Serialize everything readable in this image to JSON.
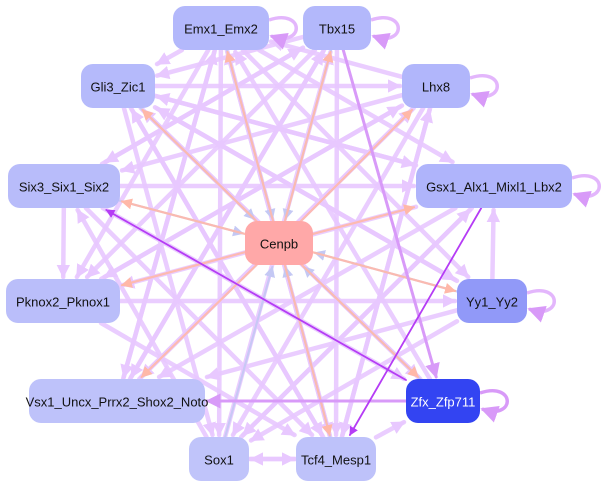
{
  "graph": {
    "colors": {
      "edge_default": "#e8c8ff",
      "edge_strong": "#b53cf5",
      "edge_medium": "#d89af8",
      "edge_salmon": "#ffb8a8",
      "edge_blue": "#c4c8f4",
      "self_loop": "#e3b6fc"
    },
    "nodes": [
      {
        "id": "Emx1_Emx2",
        "label": "Emx1_Emx2",
        "fill": "#b3b8fb",
        "text": "#111111"
      },
      {
        "id": "Tbx15",
        "label": "Tbx15",
        "fill": "#b3b8fb",
        "text": "#111111"
      },
      {
        "id": "Gli3_Zic1",
        "label": "Gli3_Zic1",
        "fill": "#b5bafb",
        "text": "#111111"
      },
      {
        "id": "Lhx8",
        "label": "Lhx8",
        "fill": "#b1b6fb",
        "text": "#111111"
      },
      {
        "id": "Six3_Six1_Six2",
        "label": "Six3_Six1_Six2",
        "fill": "#b8bcfa",
        "text": "#111111"
      },
      {
        "id": "Gsx1_Alx1_Mixl1_Lbx2",
        "label": "Gsx1_Alx1_Mixl1_Lbx2",
        "fill": "#afb4fb",
        "text": "#111111"
      },
      {
        "id": "Cenpb",
        "label": "Cenpb",
        "fill": "#ffa8a8",
        "text": "#111111"
      },
      {
        "id": "Pknox2_Pknox1",
        "label": "Pknox2_Pknox1",
        "fill": "#babefa",
        "text": "#111111"
      },
      {
        "id": "Yy1_Yy2",
        "label": "Yy1_Yy2",
        "fill": "#9199f8",
        "text": "#111111"
      },
      {
        "id": "Vsx1_Uncx_Prrx2_Shox2_Noto",
        "label": "Vsx1_Uncx_Prrx2_Shox2_Noto",
        "fill": "#bec2fa",
        "text": "#111111"
      },
      {
        "id": "Zfx_Zfp711",
        "label": "Zfx_Zfp711",
        "fill": "#3344f2",
        "text": "#ffffff"
      },
      {
        "id": "Sox1",
        "label": "Sox1",
        "fill": "#c0c4fa",
        "text": "#111111"
      },
      {
        "id": "Tcf4_Mesp1",
        "label": "Tcf4_Mesp1",
        "fill": "#bec2fa",
        "text": "#111111"
      }
    ],
    "self_loops": [
      "Emx1_Emx2",
      "Tbx15",
      "Lhx8",
      "Gsx1_Alx1_Mixl1_Lbx2",
      "Yy1_Yy2",
      "Zfx_Zfp711"
    ],
    "edges": [
      {
        "from": "Emx1_Emx2",
        "to": "Pknox2_Pknox1",
        "style": "default"
      },
      {
        "from": "Emx1_Emx2",
        "to": "Gsx1_Alx1_Mixl1_Lbx2",
        "style": "default"
      },
      {
        "from": "Emx1_Emx2",
        "to": "Tcf4_Mesp1",
        "style": "default"
      },
      {
        "from": "Emx1_Emx2",
        "to": "Sox1",
        "style": "default"
      },
      {
        "from": "Emx1_Emx2",
        "to": "Vsx1_Uncx_Prrx2_Shox2_Noto",
        "style": "default"
      },
      {
        "from": "Emx1_Emx2",
        "to": "Gli3_Zic1",
        "style": "default"
      },
      {
        "from": "Emx1_Emx2",
        "to": "Yy1_Yy2",
        "style": "default"
      },
      {
        "from": "Tbx15",
        "to": "Six3_Six1_Six2",
        "style": "default"
      },
      {
        "from": "Tbx15",
        "to": "Zfx_Zfp711",
        "style": "medium"
      },
      {
        "from": "Tbx15",
        "to": "Vsx1_Uncx_Prrx2_Shox2_Noto",
        "style": "default"
      },
      {
        "from": "Tbx15",
        "to": "Tcf4_Mesp1",
        "style": "default"
      },
      {
        "from": "Tbx15",
        "to": "Pknox2_Pknox1",
        "style": "default"
      },
      {
        "from": "Tbx15",
        "to": "Gli3_Zic1",
        "style": "default"
      },
      {
        "from": "Gli3_Zic1",
        "to": "Lhx8",
        "style": "default"
      },
      {
        "from": "Gli3_Zic1",
        "to": "Gsx1_Alx1_Mixl1_Lbx2",
        "style": "default"
      },
      {
        "from": "Gli3_Zic1",
        "to": "Tcf4_Mesp1",
        "style": "default"
      },
      {
        "from": "Gli3_Zic1",
        "to": "Zfx_Zfp711",
        "style": "default"
      },
      {
        "from": "Gli3_Zic1",
        "to": "Sox1",
        "style": "default"
      },
      {
        "from": "Gli3_Zic1",
        "to": "Yy1_Yy2",
        "style": "default"
      },
      {
        "from": "Lhx8",
        "to": "Six3_Six1_Six2",
        "style": "default"
      },
      {
        "from": "Lhx8",
        "to": "Vsx1_Uncx_Prrx2_Shox2_Noto",
        "style": "default"
      },
      {
        "from": "Lhx8",
        "to": "Sox1",
        "style": "default"
      },
      {
        "from": "Lhx8",
        "to": "Pknox2_Pknox1",
        "style": "default"
      },
      {
        "from": "Lhx8",
        "to": "Emx1_Emx2",
        "style": "default"
      },
      {
        "from": "Lhx8",
        "to": "Tcf4_Mesp1",
        "style": "default"
      },
      {
        "from": "Six3_Six1_Six2",
        "to": "Pknox2_Pknox1",
        "style": "default"
      },
      {
        "from": "Six3_Six1_Six2",
        "to": "Gsx1_Alx1_Mixl1_Lbx2",
        "style": "default"
      },
      {
        "from": "Six3_Six1_Six2",
        "to": "Tbx15",
        "style": "default"
      },
      {
        "from": "Six3_Six1_Six2",
        "to": "Tcf4_Mesp1",
        "style": "default"
      },
      {
        "from": "Six3_Six1_Six2",
        "to": "Zfx_Zfp711",
        "style": "default"
      },
      {
        "from": "Gsx1_Alx1_Mixl1_Lbx2",
        "to": "Pknox2_Pknox1",
        "style": "default"
      },
      {
        "from": "Gsx1_Alx1_Mixl1_Lbx2",
        "to": "Vsx1_Uncx_Prrx2_Shox2_Noto",
        "style": "default"
      },
      {
        "from": "Gsx1_Alx1_Mixl1_Lbx2",
        "to": "Sox1",
        "style": "default"
      },
      {
        "from": "Gsx1_Alx1_Mixl1_Lbx2",
        "to": "Gli3_Zic1",
        "style": "default"
      },
      {
        "from": "Gsx1_Alx1_Mixl1_Lbx2",
        "to": "Tcf4_Mesp1",
        "style": "strong"
      },
      {
        "from": "Yy1_Yy2",
        "to": "Gsx1_Alx1_Mixl1_Lbx2",
        "style": "default"
      },
      {
        "from": "Yy1_Yy2",
        "to": "Vsx1_Uncx_Prrx2_Shox2_Noto",
        "style": "default"
      },
      {
        "from": "Yy1_Yy2",
        "to": "Gli3_Zic1",
        "style": "default"
      },
      {
        "from": "Yy1_Yy2",
        "to": "Sox1",
        "style": "default"
      },
      {
        "from": "Pknox2_Pknox1",
        "to": "Yy1_Yy2",
        "style": "default"
      },
      {
        "from": "Pknox2_Pknox1",
        "to": "Lhx8",
        "style": "default"
      },
      {
        "from": "Pknox2_Pknox1",
        "to": "Tcf4_Mesp1",
        "style": "default"
      },
      {
        "from": "Zfx_Zfp711",
        "to": "Vsx1_Uncx_Prrx2_Shox2_Noto",
        "style": "medium"
      },
      {
        "from": "Zfx_Zfp711",
        "to": "Six3_Six1_Six2",
        "style": "strong"
      },
      {
        "from": "Zfx_Zfp711",
        "to": "Emx1_Emx2",
        "style": "default"
      },
      {
        "from": "Zfx_Zfp711",
        "to": "Gli3_Zic1",
        "style": "default"
      },
      {
        "from": "Vsx1_Uncx_Prrx2_Shox2_Noto",
        "to": "Lhx8",
        "style": "default"
      },
      {
        "from": "Vsx1_Uncx_Prrx2_Shox2_Noto",
        "to": "Emx1_Emx2",
        "style": "default"
      },
      {
        "from": "Vsx1_Uncx_Prrx2_Shox2_Noto",
        "to": "Tbx15",
        "style": "default"
      },
      {
        "from": "Sox1",
        "to": "Tcf4_Mesp1",
        "style": "default"
      },
      {
        "from": "Sox1",
        "to": "Tbx15",
        "style": "default"
      },
      {
        "from": "Sox1",
        "to": "Six3_Six1_Six2",
        "style": "default"
      },
      {
        "from": "Sox1",
        "to": "Gsx1_Alx1_Mixl1_Lbx2",
        "style": "default"
      },
      {
        "from": "Tcf4_Mesp1",
        "to": "Sox1",
        "style": "default"
      },
      {
        "from": "Tcf4_Mesp1",
        "to": "Emx1_Emx2",
        "style": "default"
      },
      {
        "from": "Tcf4_Mesp1",
        "to": "Gli3_Zic1",
        "style": "default"
      },
      {
        "from": "Tcf4_Mesp1",
        "to": "Zfx_Zfp711",
        "style": "default"
      },
      {
        "from": "Tcf4_Mesp1",
        "to": "Lhx8",
        "style": "default"
      },
      {
        "from": "Cenpb",
        "to": "Emx1_Emx2",
        "style": "salmon"
      },
      {
        "from": "Cenpb",
        "to": "Tbx15",
        "style": "salmon"
      },
      {
        "from": "Cenpb",
        "to": "Gli3_Zic1",
        "style": "salmon"
      },
      {
        "from": "Cenpb",
        "to": "Lhx8",
        "style": "salmon"
      },
      {
        "from": "Cenpb",
        "to": "Six3_Six1_Six2",
        "style": "salmon"
      },
      {
        "from": "Cenpb",
        "to": "Gsx1_Alx1_Mixl1_Lbx2",
        "style": "salmon"
      },
      {
        "from": "Cenpb",
        "to": "Pknox2_Pknox1",
        "style": "salmon"
      },
      {
        "from": "Cenpb",
        "to": "Yy1_Yy2",
        "style": "salmon"
      },
      {
        "from": "Cenpb",
        "to": "Vsx1_Uncx_Prrx2_Shox2_Noto",
        "style": "salmon"
      },
      {
        "from": "Cenpb",
        "to": "Zfx_Zfp711",
        "style": "salmon"
      },
      {
        "from": "Cenpb",
        "to": "Tcf4_Mesp1",
        "style": "salmon"
      },
      {
        "from": "Emx1_Emx2",
        "to": "Cenpb",
        "style": "blue"
      },
      {
        "from": "Tbx15",
        "to": "Cenpb",
        "style": "blue"
      },
      {
        "from": "Gli3_Zic1",
        "to": "Cenpb",
        "style": "blue"
      },
      {
        "from": "Six3_Six1_Six2",
        "to": "Cenpb",
        "style": "blue"
      },
      {
        "from": "Yy1_Yy2",
        "to": "Cenpb",
        "style": "blue"
      },
      {
        "from": "Sox1",
        "to": "Cenpb",
        "style": "blue"
      },
      {
        "from": "Zfx_Zfp711",
        "to": "Cenpb",
        "style": "blue"
      },
      {
        "from": "Tcf4_Mesp1",
        "to": "Cenpb",
        "style": "blue"
      }
    ]
  }
}
